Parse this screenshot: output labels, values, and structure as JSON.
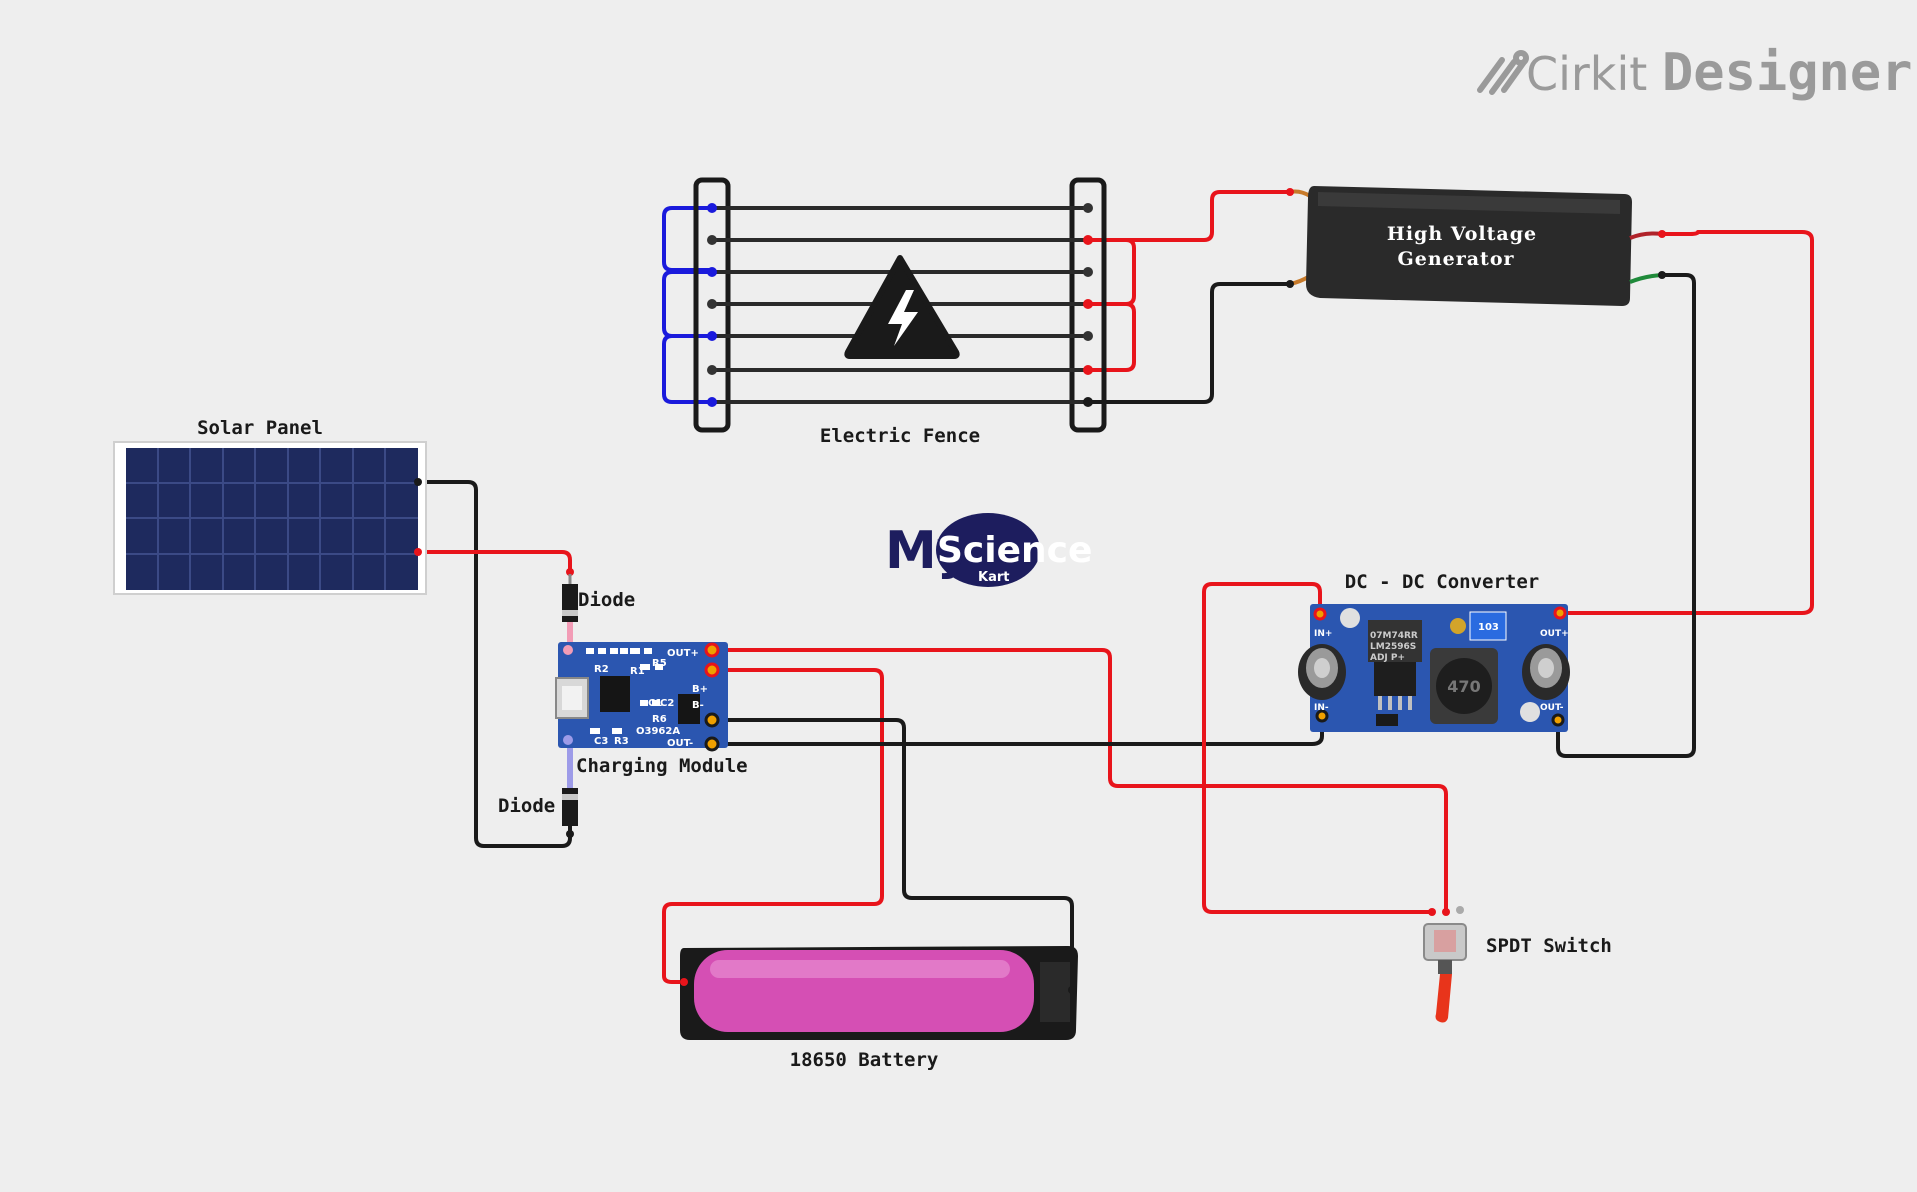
{
  "branding": {
    "app_name_part1": "Cirkit",
    "app_name_part2": "Designer",
    "logo_part1": "My",
    "logo_part2": "Science",
    "logo_part3": "Kart"
  },
  "components": {
    "solar_panel": "Solar Panel",
    "electric_fence": "Electric Fence",
    "hv_generator_line1": "High Voltage",
    "hv_generator_line2": "Generator",
    "diode_top": "Diode",
    "diode_bottom": "Diode",
    "charging_module": "Charging Module",
    "dc_dc_converter": "DC - DC Converter",
    "battery": "18650 Battery",
    "spdt_switch": "SPDT Switch"
  },
  "charging_module_pins": {
    "out_plus": "OUT+",
    "b_plus": "B+",
    "b_minus": "B-",
    "out_minus": "OUT-",
    "chip_label": "O3962A",
    "r1": "R1",
    "r2": "R2",
    "r3": "R3",
    "r5": "R5",
    "r6": "R6",
    "c1": "C1",
    "c2": "C2",
    "c3": "C3"
  },
  "converter_pins": {
    "in_plus": "IN+",
    "in_minus": "IN-",
    "out_plus": "OUT+",
    "out_minus": "OUT-",
    "chip_line1": "07M74RR",
    "chip_line2": "LM2596S",
    "chip_line3": "ADJ P+",
    "inductor": "470",
    "pot": "103"
  },
  "colors": {
    "wire_red": "#e8141b",
    "wire_black": "#1a1a1a",
    "wire_blue": "#1a1adc",
    "pcb_blue": "#2b56b0",
    "background": "#eeeeee"
  }
}
